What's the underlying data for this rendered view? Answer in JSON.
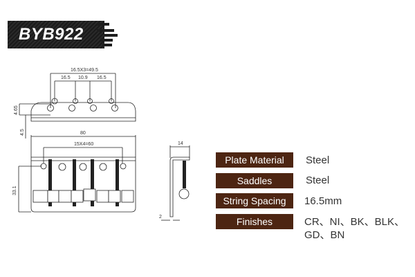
{
  "model": "BYB922",
  "dimensions": {
    "top_total": "16.5X3=49.5",
    "top_a": "16.5",
    "top_b": "10.9",
    "top_c": "16.5",
    "height_a": "4.65",
    "height_b": "4.5",
    "width": "80",
    "mount": "15X4=60",
    "height": "33.1",
    "side_width": "14",
    "side_thickness": "2"
  },
  "specs": [
    {
      "label": "Plate Material",
      "value": "Steel"
    },
    {
      "label": "Saddles",
      "value": "Steel"
    },
    {
      "label": "String Spacing",
      "value": "16.5mm"
    },
    {
      "label": "Finishes",
      "value": "CR、NI、BK、BLK、",
      "value2": "GD、BN"
    }
  ]
}
